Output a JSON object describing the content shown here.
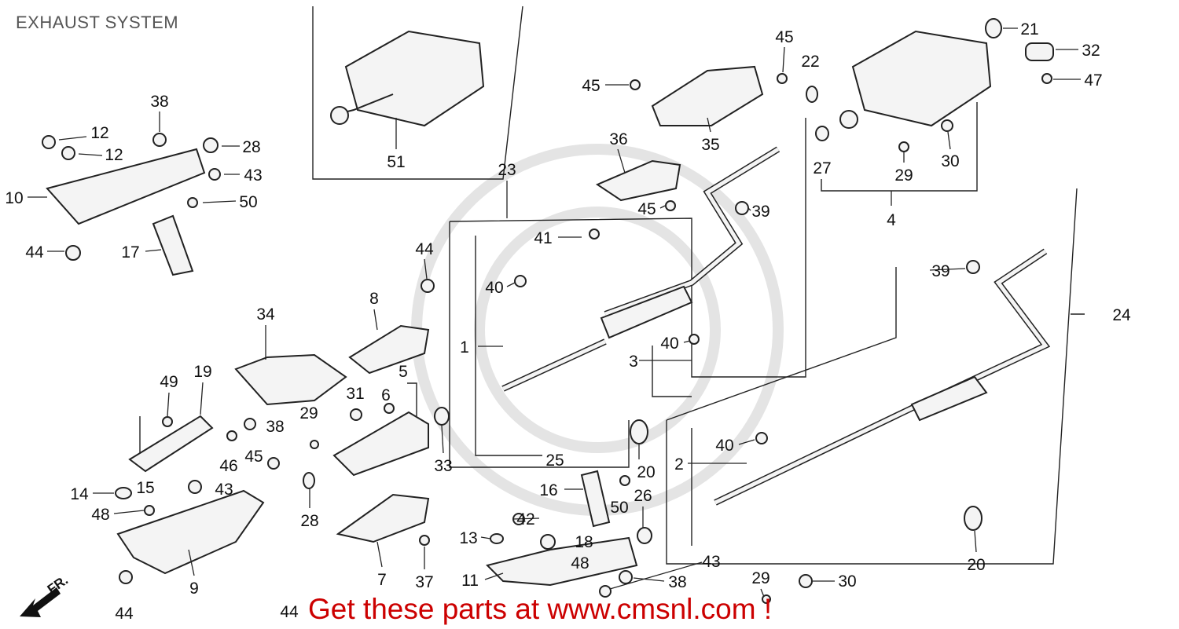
{
  "title": "EXHAUST SYSTEM",
  "promo_text": "Get these parts at www.cmsnl.com !",
  "promo_color": "#cc0000",
  "front_marker": "FR.",
  "callouts": [
    "38",
    "12",
    "12",
    "28",
    "10",
    "43",
    "50",
    "44",
    "17",
    "51",
    "45",
    "45",
    "22",
    "35",
    "36",
    "27",
    "45",
    "39",
    "23",
    "41",
    "44",
    "40",
    "8",
    "34",
    "1",
    "3",
    "40",
    "21",
    "32",
    "47",
    "29",
    "30",
    "4",
    "39",
    "24",
    "49",
    "19",
    "5",
    "31",
    "6",
    "29",
    "38",
    "46",
    "45",
    "33",
    "25",
    "20",
    "2",
    "40",
    "14",
    "15",
    "43",
    "48",
    "28",
    "16",
    "50",
    "26",
    "42",
    "13",
    "18",
    "9",
    "7",
    "37",
    "11",
    "38",
    "20",
    "29",
    "44",
    "48",
    "43",
    "44",
    "30"
  ]
}
